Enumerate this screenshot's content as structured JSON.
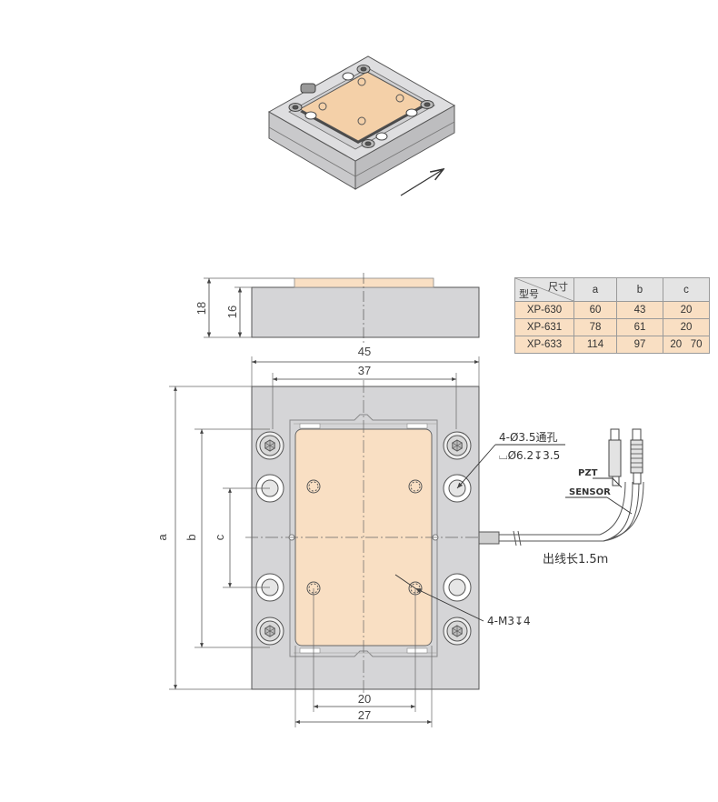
{
  "colors": {
    "body_gray": "#d5d5d7",
    "platform": "#f9dfc3",
    "line": "#555555",
    "table_header": "#e4e4e4",
    "table_row": "#f9dfc3"
  },
  "side_view": {
    "dim_total_height": "18",
    "dim_body_height": "16"
  },
  "top_view": {
    "dim_overall_width": "45",
    "dim_inner_width": "37",
    "dim_a": "a",
    "dim_b": "b",
    "dim_c": "c",
    "dim_hole_spacing": "20",
    "dim_platform_width": "27"
  },
  "callouts": {
    "through_hole": "4-Ø3.5通孔",
    "counterbore": "⌴Ø6.2↧3.5",
    "tapped_hole": "4-M3↧4",
    "cable_length": "出线长1.5m",
    "connector_pzt": "PZT",
    "connector_sensor": "SENSOR"
  },
  "spec_table": {
    "header_corner_top": "尺寸",
    "header_corner_bottom": "型号",
    "columns": [
      "a",
      "b",
      "c"
    ],
    "rows": [
      {
        "model": "XP-630",
        "a": "60",
        "b": "43",
        "c": "20"
      },
      {
        "model": "XP-631",
        "a": "78",
        "b": "61",
        "c": "20"
      },
      {
        "model": "XP-633",
        "a": "114",
        "b": "97",
        "c": "20   70"
      }
    ]
  }
}
